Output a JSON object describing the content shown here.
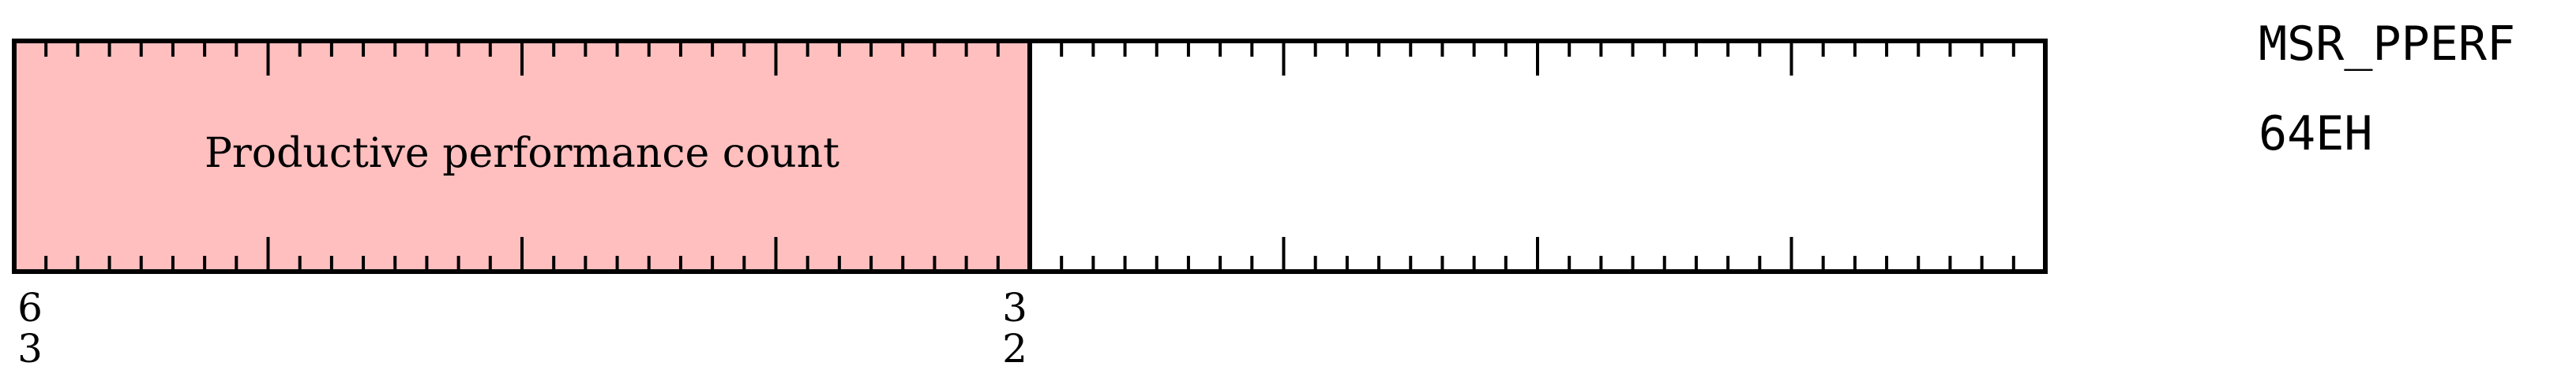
{
  "register": {
    "name": "MSR_PPERF",
    "address": "64EH"
  },
  "fields": [
    {
      "label": "Productive performance count",
      "msb": 63,
      "lsb": 32,
      "color": "#ffbfbf"
    },
    {
      "label": "",
      "msb": 31,
      "lsb": 0,
      "color": "#ffffff"
    }
  ],
  "bit_labels": [
    {
      "top": "6",
      "bottom": "3"
    },
    {
      "top": "3",
      "bottom": "2"
    }
  ],
  "colors": {
    "outline": "#000000",
    "highlight": "#ffbfbf"
  }
}
